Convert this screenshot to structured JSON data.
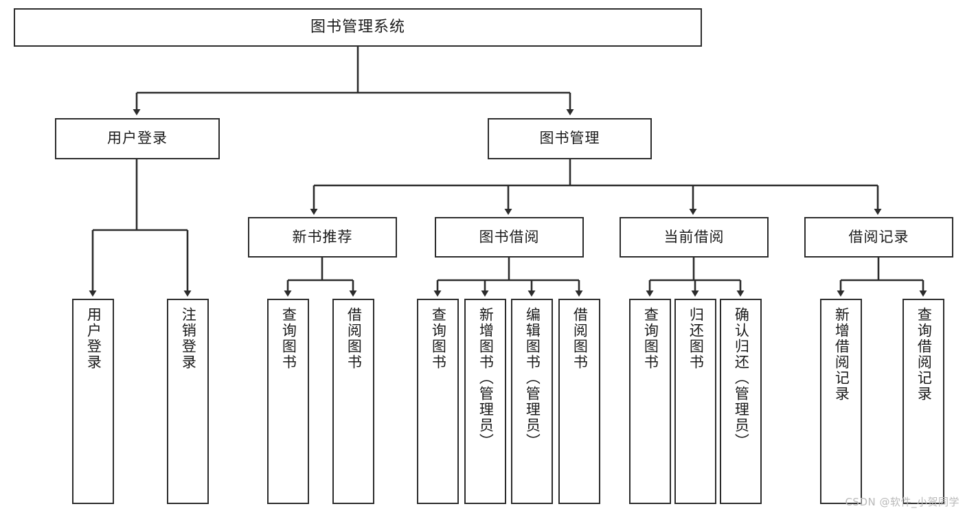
{
  "diagram": {
    "type": "hierarchy-tree",
    "title": "图书管理系统",
    "watermark": "CSDN @软件_小贺同学",
    "colors": {
      "background": "#ffffff",
      "stroke": "#2b2b2b",
      "fill": "#ffffff",
      "text": "#1a1a1a",
      "watermark": "#b9b9b9"
    },
    "root": {
      "label": "图书管理系统",
      "orientation": "horizontal"
    },
    "level1": [
      {
        "label": "用户登录",
        "orientation": "horizontal"
      },
      {
        "label": "图书管理",
        "orientation": "horizontal"
      }
    ],
    "level2": [
      {
        "label": "新书推荐",
        "orientation": "horizontal",
        "parent": "图书管理"
      },
      {
        "label": "图书借阅",
        "orientation": "horizontal",
        "parent": "图书管理"
      },
      {
        "label": "当前借阅",
        "orientation": "horizontal",
        "parent": "图书管理"
      },
      {
        "label": "借阅记录",
        "orientation": "horizontal",
        "parent": "图书管理"
      }
    ],
    "leaves": {
      "user_login": [
        {
          "label": "用户登录",
          "orientation": "vertical"
        },
        {
          "label": "注销登录",
          "orientation": "vertical"
        }
      ],
      "new_book_recommend": [
        {
          "label": "查询图书",
          "orientation": "vertical"
        },
        {
          "label": "借阅图书",
          "orientation": "vertical"
        }
      ],
      "book_borrow": [
        {
          "label": "查询图书",
          "orientation": "vertical"
        },
        {
          "label": "新增图书（管理员）",
          "orientation": "vertical"
        },
        {
          "label": "编辑图书（管理员）",
          "orientation": "vertical"
        },
        {
          "label": "借阅图书",
          "orientation": "vertical"
        }
      ],
      "current_borrow": [
        {
          "label": "查询图书",
          "orientation": "vertical"
        },
        {
          "label": "归还图书",
          "orientation": "vertical"
        },
        {
          "label": "确认归还（管理员）",
          "orientation": "vertical"
        }
      ],
      "borrow_record": [
        {
          "label": "新增借阅记录",
          "orientation": "vertical"
        },
        {
          "label": "查询借阅记录",
          "orientation": "vertical"
        }
      ]
    }
  }
}
